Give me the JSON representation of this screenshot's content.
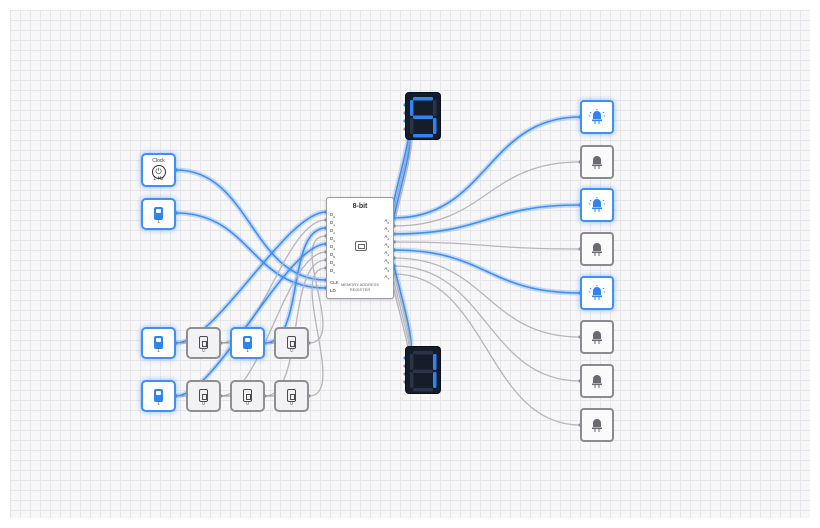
{
  "clock": {
    "title": "Clock",
    "freq": "1 Hz"
  },
  "load_switch": {
    "value": "1"
  },
  "data_switches": {
    "row1": [
      "1",
      "0",
      "1",
      "0"
    ],
    "row2": [
      "1",
      "0",
      "0",
      "0"
    ]
  },
  "register": {
    "title": "8-bit",
    "name_line1": "MEMORY ADDRESS",
    "name_line2": "REGISTER",
    "inputs": [
      "D0",
      "D1",
      "D2",
      "D3",
      "D4",
      "D5",
      "D6",
      "D7",
      "CLK",
      "LD"
    ],
    "outputs": [
      "A0",
      "A1",
      "A2",
      "A3",
      "A4",
      "A5",
      "A6",
      "A7"
    ]
  },
  "displays": {
    "upper": {
      "digit": "5",
      "color": "#2f84f2"
    },
    "lower": {
      "digit": "1",
      "color": "#2f84f2"
    }
  },
  "leds": [
    "on",
    "off",
    "on",
    "off",
    "on",
    "off",
    "off",
    "off"
  ],
  "colors": {
    "active": "#3f8ff5",
    "inactive": "#b5b5bb"
  }
}
